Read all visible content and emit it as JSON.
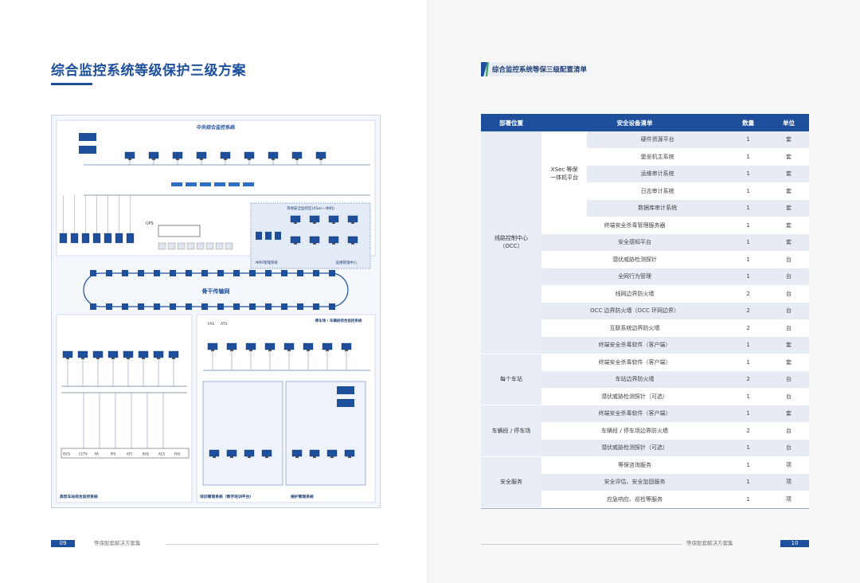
{
  "left_page": {
    "title": "综合监控系统等级保护三级方案",
    "page_number": "09",
    "footer_text": "等保配套解决方案集"
  },
  "diagram": {
    "top_title": "中央综合监控系统",
    "backbone_label": "骨干传输网",
    "security_zone_label": "等保安全监控区(XSec一体机)",
    "ops_center_label": "运维管理中心",
    "nms_label": "NMS管理系统",
    "station_title": "停车场 / 车辆段综合监控系统",
    "typical_station_label": "典型车站综合监控系统",
    "training_label": "培训管理系统（教学培训平台）",
    "maint_label": "维护管理系统",
    "ups_label": "UPS",
    "fas_label": "FAS",
    "ats_label": "ATS",
    "top_devices": [
      "值班\n工作站",
      "值班\n工作站",
      "调度\n工作站",
      "调度\n工作站",
      "调度\n工作站",
      "调度\n工作站",
      "调度\n工作站",
      "综合\n打印机",
      "彩色\n打印机"
    ],
    "bottom_devices": [
      "ISCS",
      "CCTV",
      "PA",
      "PIS",
      "AFC",
      "BAS",
      "ACS",
      "FAS"
    ]
  },
  "right_page": {
    "title": "综合监控系统等保三级配置清单",
    "page_number": "10",
    "footer_text": "等保配套解决方案集",
    "table": {
      "headers": [
        "部署位置",
        "安全设备清单",
        "数量",
        "单位"
      ],
      "sub_group": "XSec 等保\n一体机平台",
      "groups": [
        {
          "location": "线路控制中心\n（OCC）",
          "rows": 13
        },
        {
          "location": "每个车站",
          "rows": 3
        },
        {
          "location": "车辆段 / 停车场",
          "rows": 3
        },
        {
          "location": "安全服务",
          "rows": 3
        }
      ],
      "rows": [
        {
          "item": "硬件资源平台",
          "qty": "1",
          "unit": "套"
        },
        {
          "item": "堡垒机主系统",
          "qty": "1",
          "unit": "套"
        },
        {
          "item": "运维审计系统",
          "qty": "1",
          "unit": "套"
        },
        {
          "item": "日志审计系统",
          "qty": "1",
          "unit": "套"
        },
        {
          "item": "数据库审计系统",
          "qty": "1",
          "unit": "套"
        },
        {
          "item": "终端安全杀毒管理服务器",
          "qty": "1",
          "unit": "套"
        },
        {
          "item": "安全感知平台",
          "qty": "1",
          "unit": "套"
        },
        {
          "item": "潜伏威胁检测探针",
          "qty": "1",
          "unit": "台"
        },
        {
          "item": "全网行为管理",
          "qty": "1",
          "unit": "台"
        },
        {
          "item": "线网边界防火墙",
          "qty": "2",
          "unit": "台"
        },
        {
          "item": "OCC 边界防火墙（OCC 环网边界）",
          "qty": "2",
          "unit": "台"
        },
        {
          "item": "互联系统边界防火墙",
          "qty": "2",
          "unit": "台"
        },
        {
          "item": "终端安全杀毒软件（客户端）",
          "qty": "1",
          "unit": "套"
        },
        {
          "item": "终端安全杀毒软件（客户端）",
          "qty": "1",
          "unit": "套"
        },
        {
          "item": "车站边界防火墙",
          "qty": "2",
          "unit": "台"
        },
        {
          "item": "潜伏威胁检测探针（可选）",
          "qty": "1",
          "unit": "台"
        },
        {
          "item": "终端安全杀毒软件（客户端）",
          "qty": "1",
          "unit": "套"
        },
        {
          "item": "车辆段 / 停车场边界防火墙",
          "qty": "2",
          "unit": "台"
        },
        {
          "item": "潜伏威胁检测探针（可选）",
          "qty": "1",
          "unit": "台"
        },
        {
          "item": "等保咨询服务",
          "qty": "1",
          "unit": "项"
        },
        {
          "item": "安全评估、安全加固服务",
          "qty": "1",
          "unit": "项"
        },
        {
          "item": "应急响应、巡检等服务",
          "qty": "1",
          "unit": "项"
        }
      ]
    }
  },
  "colors": {
    "brand_blue": "#1d4f9c",
    "accent_green": "#3aa06c",
    "row_tint": "#e7ecf4"
  }
}
